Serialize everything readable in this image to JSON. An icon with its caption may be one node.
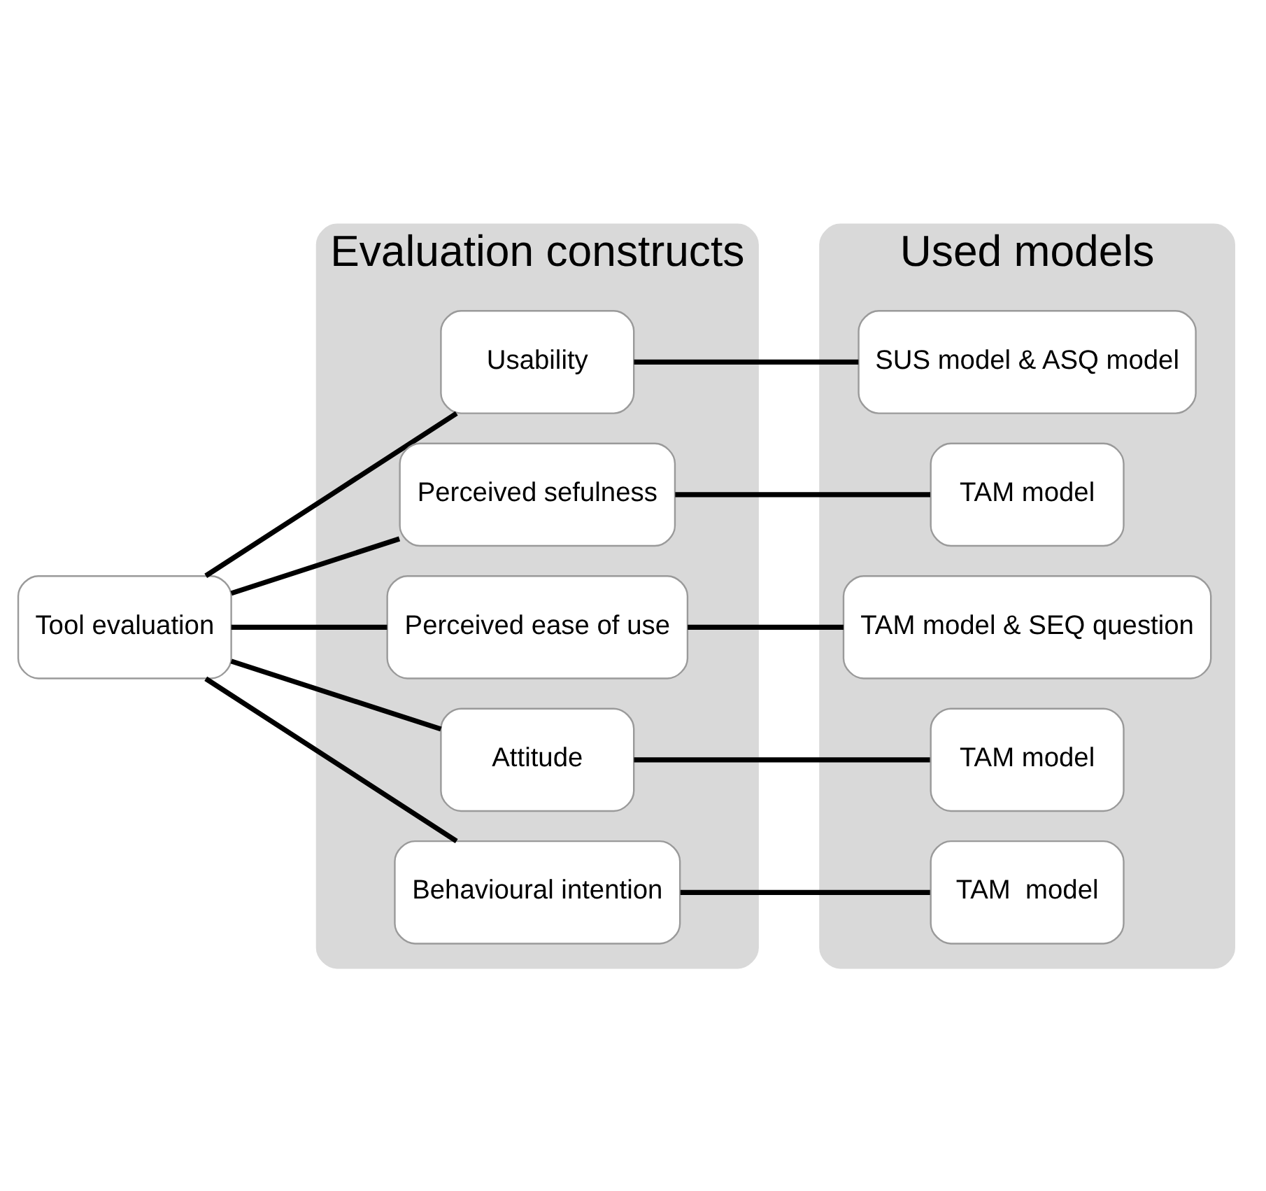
{
  "diagram": {
    "nodes": [
      {
        "text": [
          "Tool evaluation"
        ]
      },
      {
        "text": [
          "Evaluation constructs"
        ]
      },
      {
        "text": [
          "Usability"
        ],
        "in": 1
      },
      {
        "text": [
          "Perceived sefulness"
        ],
        "in": 1
      },
      {
        "text": [
          "Perceived ease of use"
        ],
        "in": 1
      },
      {
        "text": [
          "Attitude"
        ],
        "in": 1
      },
      {
        "text": [
          "Behavioural intention"
        ],
        "in": 1
      },
      {
        "text": [
          "Used models"
        ]
      },
      {
        "text": [
          "SUS model & ASQ model"
        ],
        "in": 7
      },
      {
        "text": [
          "TAM model"
        ],
        "in": 7
      },
      {
        "text": [
          "TAM model & SEQ question"
        ],
        "in": 7
      },
      {
        "text": [
          "TAM model"
        ],
        "in": 7
      },
      {
        "text": [
          "TAM  model"
        ],
        "in": 7
      }
    ],
    "edges": [
      {
        "from": 0,
        "to": 2,
        "arrow": "none"
      },
      {
        "from": 0,
        "to": 3,
        "arrow": "none"
      },
      {
        "from": 0,
        "to": 4,
        "arrow": "none"
      },
      {
        "from": 0,
        "to": 5,
        "arrow": "none"
      },
      {
        "from": 0,
        "to": 6,
        "arrow": "none"
      },
      {
        "from": 2,
        "to": 8,
        "arrow": "none"
      },
      {
        "from": 3,
        "to": 9,
        "arrow": "none"
      },
      {
        "from": 4,
        "to": 10,
        "arrow": "none"
      },
      {
        "from": 5,
        "to": 11,
        "arrow": "none"
      },
      {
        "from": 6,
        "to": 12,
        "arrow": "none"
      }
    ]
  }
}
